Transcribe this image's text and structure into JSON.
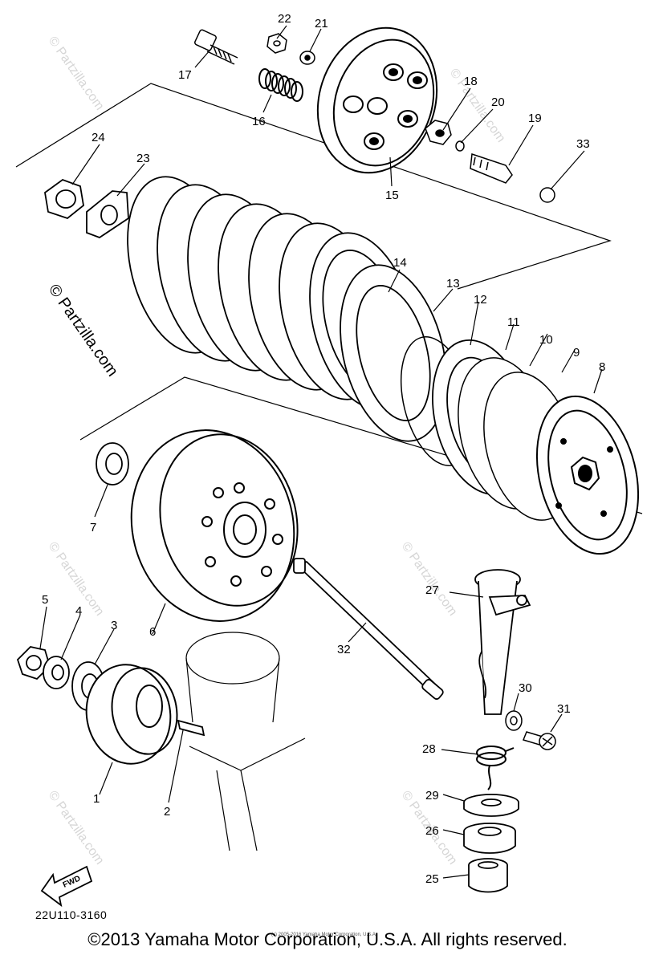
{
  "callouts": {
    "1": "1",
    "2": "2",
    "3": "3",
    "4": "4",
    "5": "5",
    "6": "6",
    "7": "7",
    "8": "8",
    "9": "9",
    "10": "10",
    "11": "11",
    "12": "12",
    "13": "13",
    "14": "14",
    "15": "15",
    "16": "16",
    "17": "17",
    "18": "18",
    "19": "19",
    "20": "20",
    "21": "21",
    "22": "22",
    "23": "23",
    "24": "24",
    "25": "25",
    "26": "26",
    "27": "27",
    "28": "28",
    "29": "29",
    "30": "30",
    "31": "31",
    "32": "32",
    "33": "33"
  },
  "watermark": "© Partzilla.com",
  "fwd_label": "FWD",
  "part_code": "22U110-3160",
  "tiny_copyright": "(c) 2005-2016 Yamaha Motor Corporation, U.S.A.",
  "copyright": "©2013 Yamaha Motor Corporation, U.S.A. All rights reserved."
}
